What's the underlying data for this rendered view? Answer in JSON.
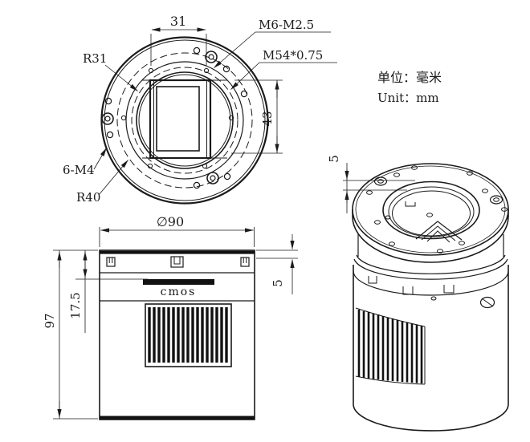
{
  "colors": {
    "ink": "#1b1b1b",
    "background": "#ffffff"
  },
  "units_note": {
    "zh": "单位：毫米",
    "en": "Unit：mm"
  },
  "front_view": {
    "dim_hole_spacing": "31",
    "label_counterbore_holes": "M6-M2.5",
    "label_thread": "M54*0.75",
    "label_inner_radius": "R31",
    "label_screw_holes": "6-M4",
    "label_bolt_circle_radius": "R40",
    "dim_opening_height": "43"
  },
  "side_view": {
    "dim_diameter": "∅90",
    "dim_sensor_depth": "17.5",
    "dim_total_height": "97",
    "dim_flange_thickness": "5",
    "sensor_label": "cmos"
  },
  "iso_view": {
    "dim_flange_thickness": "5"
  }
}
